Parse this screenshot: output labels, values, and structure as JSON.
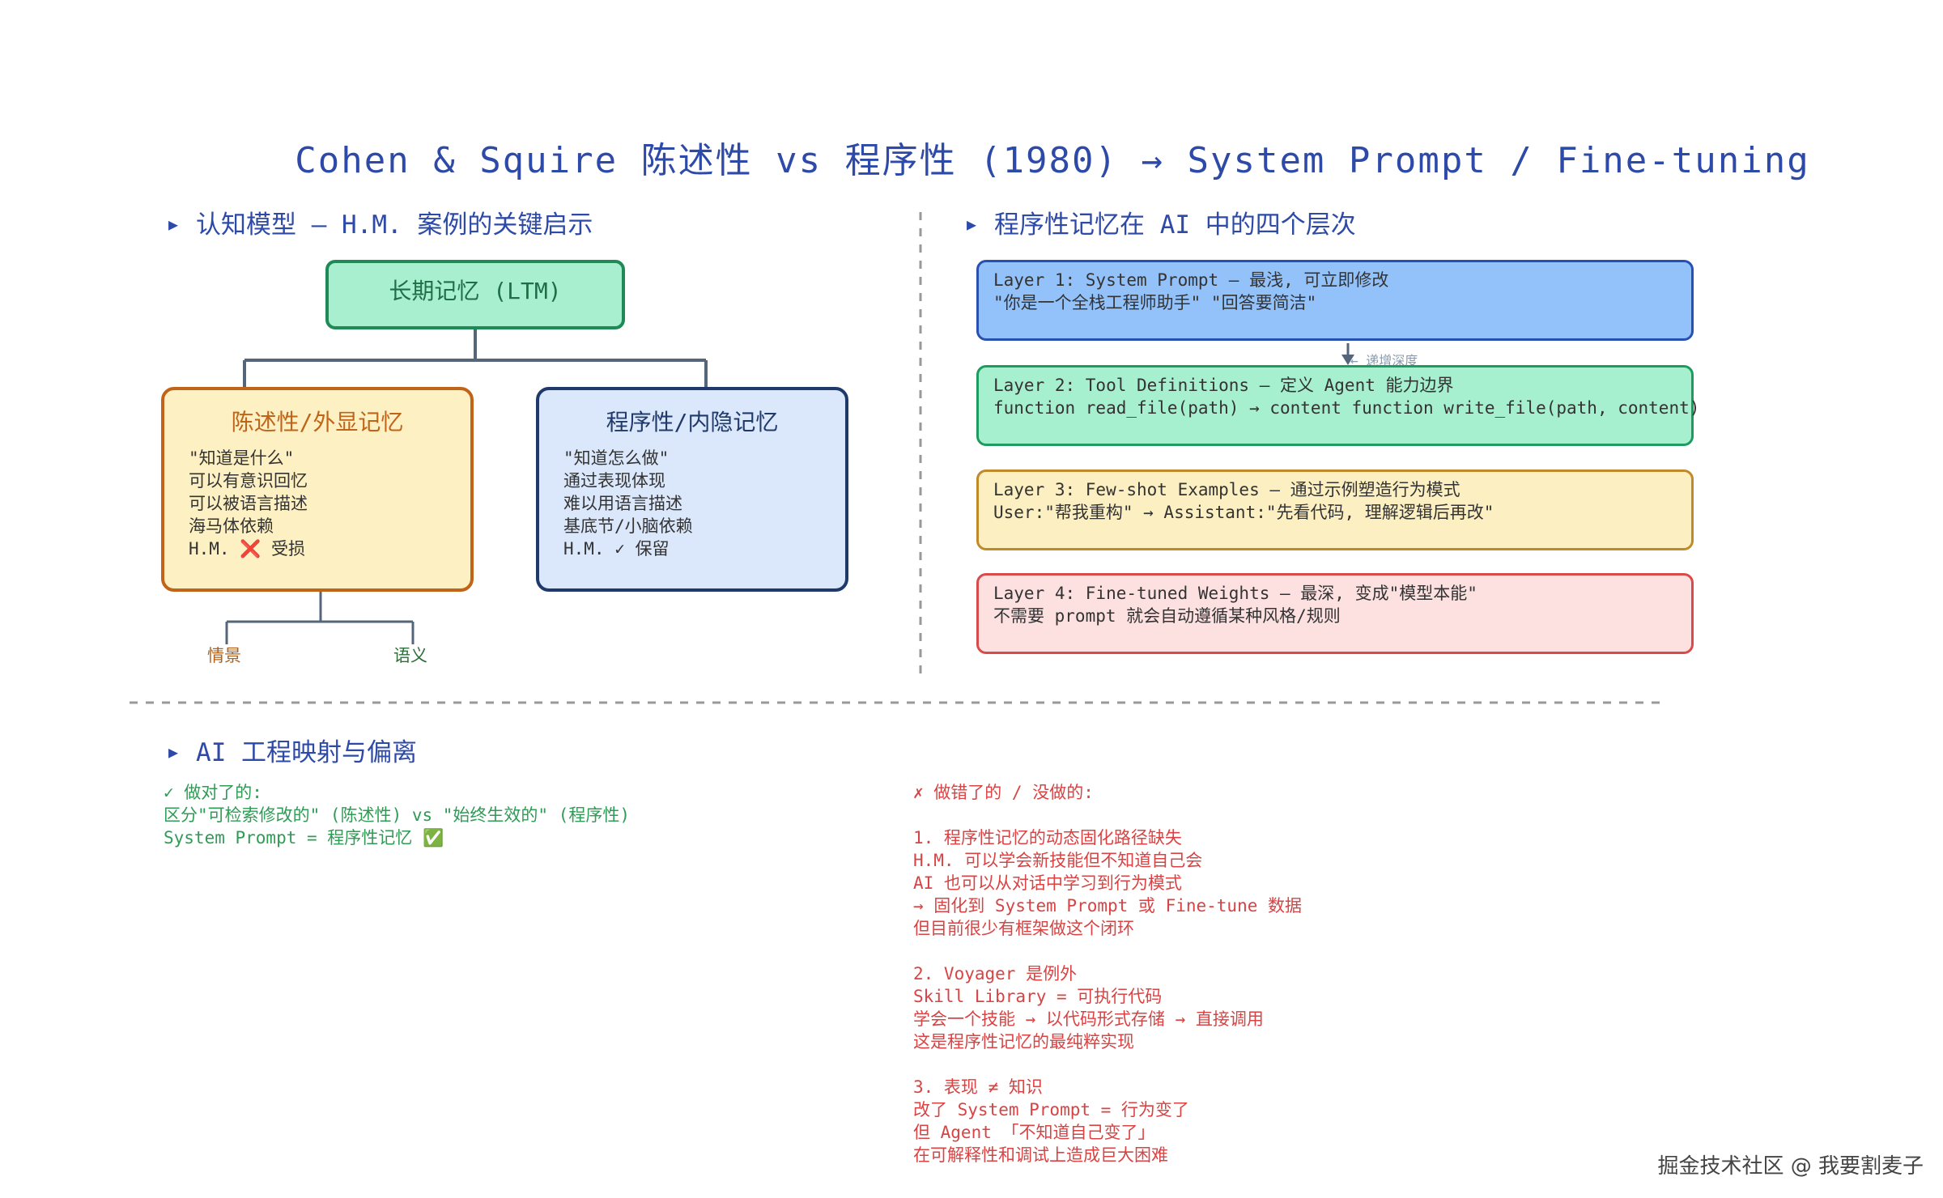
{
  "title": "Cohen & Squire 陈述性 vs 程序性 (1980) → System Prompt / Fine-tuning",
  "left_section": {
    "heading": "认知模型 — H.M. 案例的关键启示",
    "root": "长期记忆 (LTM)",
    "declarative": {
      "title": "陈述性/外显记忆",
      "lines": [
        "\"知道是什么\"",
        "可以有意识回忆",
        "可以被语言描述",
        "海马体依赖"
      ],
      "hm_prefix": "H.M. ",
      "hm_mark": "❌",
      "hm_status": " 受损",
      "children": [
        "情景",
        "语义"
      ]
    },
    "procedural": {
      "title": "程序性/内隐记忆",
      "lines": [
        "\"知道怎么做\"",
        "通过表现体现",
        "难以用语言描述",
        "基底节/小脑依赖",
        "H.M. ✓ 保留"
      ]
    }
  },
  "right_section": {
    "heading": "程序性记忆在 AI 中的四个层次",
    "depth_label": "← 递增深度",
    "layers": [
      {
        "line1": "Layer 1: System Prompt — 最浅, 可立即修改",
        "line2": "\"你是一个全栈工程师助手\" \"回答要简洁\""
      },
      {
        "line1": "Layer 2: Tool Definitions — 定义 Agent 能力边界",
        "line2": "function read_file(path) → content function write_file(path, content)"
      },
      {
        "line1": "Layer 3: Few-shot Examples — 通过示例塑造行为模式",
        "line2": "User:\"帮我重构\" → Assistant:\"先看代码, 理解逻辑后再改\""
      },
      {
        "line1": "Layer 4: Fine-tuned Weights — 最深, 变成\"模型本能\"",
        "line2": "不需要 prompt 就会自动遵循某种风格/规则"
      }
    ]
  },
  "bottom_section": {
    "heading": "AI 工程映射与偏离",
    "good": {
      "header": "✓ 做对了的:",
      "lines": [
        "区分\"可检索修改的\" (陈述性) vs \"始终生效的\" (程序性)"
      ],
      "last_line": "System Prompt = 程序性记忆 ",
      "last_mark": "✅"
    },
    "bad": {
      "header": "✗ 做错了的 / 没做的:",
      "items": [
        {
          "head": "1. 程序性记忆的动态固化路径缺失",
          "lines": [
            "H.M. 可以学会新技能但不知道自己会",
            "AI 也可以从对话中学习到行为模式",
            "→ 固化到 System Prompt 或 Fine-tune 数据",
            "但目前很少有框架做这个闭环"
          ]
        },
        {
          "head": "2. Voyager 是例外",
          "lines": [
            "Skill Library = 可执行代码",
            "学会一个技能 → 以代码形式存储 → 直接调用",
            "这是程序性记忆的最纯粹实现"
          ]
        },
        {
          "head": "3. 表现 ≠ 知识",
          "lines": [
            "改了 System Prompt = 行为变了",
            "但 Agent 「不知道自己变了」",
            "在可解释性和调试上造成巨大困难"
          ]
        }
      ]
    }
  },
  "watermark": "掘金技术社区 @ 我要割麦子",
  "colors": {
    "title": "#2d4aa8",
    "ltm_fill": "#a8efcf",
    "decl_fill": "#fdf0c2",
    "proc_fill": "#dbe8fb",
    "layer1": "#93c2fb",
    "layer2": "#a6efcf",
    "layer3": "#fcefc1",
    "layer4": "#fde1e1",
    "good": "#2f9b55",
    "bad": "#d94343"
  }
}
